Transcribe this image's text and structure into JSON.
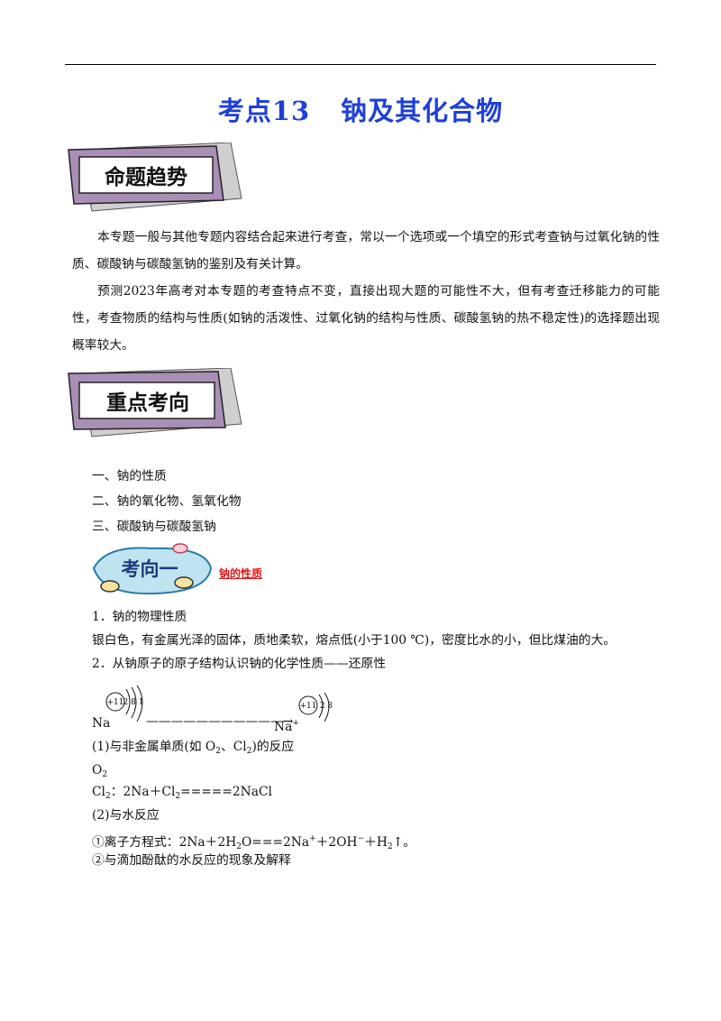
{
  "title": {
    "part1": "考点13",
    "part2": "钠及其化合物"
  },
  "banners": {
    "trend": "命题趋势",
    "focus": "重点考向",
    "direction": "考向一"
  },
  "paragraphs": [
    "本专题一般与其他专题内容结合起来进行考查，常以一个选项或一个填空的形式考查钠与过氧化钠的性质、碳酸钠与碳酸氢钠的鉴别及有关计算。",
    "预测2023年高考对本专题的考查特点不变，直接出现大题的可能性不大，但有考查迁移能力的可能性，考查物质的结构与性质(如钠的活泼性、过氧化钠的结构与性质、碳酸氢钠的热不稳定性)的选择题出现概率较大。"
  ],
  "outline": [
    "一、钠的性质",
    "二、钠的氧化物、氢氧化物",
    "三、碳酸钠与碳酸氢钠"
  ],
  "direction_label": "钠的性质",
  "section1": {
    "heading": "1．钠的物理性质",
    "text": "银白色，有金属光泽的固体，质地柔软，熔点低(小于100 ℃)，密度比水的小，但比煤油的大。"
  },
  "section2": {
    "heading": "2．从钠原子的原子结构认识钠的化学性质——还原性",
    "atom_na": {
      "nucleus": "+11",
      "shells": "2 8 1",
      "symbol": "Na"
    },
    "atom_ion": {
      "nucleus": "+11",
      "shells": "2 8",
      "symbol": "Na",
      "charge": "+"
    },
    "arrow": "———————————→"
  },
  "reactions": {
    "nonmetal_heading_a": "(1)与非金属单质(如 O",
    "nonmetal_heading_b": "、Cl",
    "nonmetal_heading_c": ")的反应",
    "sub2": "2",
    "o2": "O",
    "cl2_a": "Cl",
    "cl2_b": "：2Na＋Cl",
    "cl2_c": "=====2NaCl",
    "water_heading": "(2)与水反应",
    "ionic_a": "①离子方程式：2Na＋2H",
    "ionic_b": "O===2Na",
    "ionic_c": "＋2OH",
    "ionic_d": "＋H",
    "ionic_e": "↑。",
    "plus": "+",
    "minus": "−",
    "phenol": "②与滴加酚酞的水反应的现象及解释"
  }
}
